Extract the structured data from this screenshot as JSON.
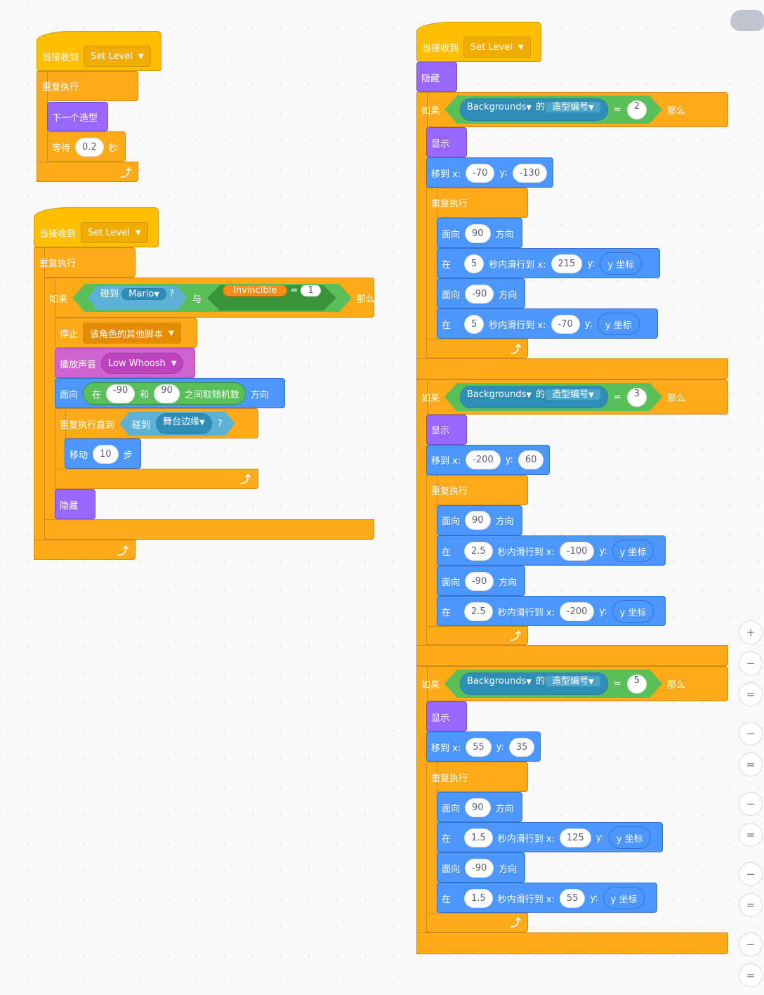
{
  "common": {
    "event_label": "当接收到",
    "message": "Set Level",
    "forever": "重复执行",
    "if": "如果",
    "then": "那么",
    "and": "与",
    "equals": "=",
    "of": "的",
    "show": "显示",
    "hide": "隐藏",
    "goto_x": "移到 x:",
    "y_label": "y:",
    "point": "面向",
    "direction": "方向",
    "glide_in": "在",
    "glide_to_x": "秒内滑行到 x:",
    "y_position": "y 坐标",
    "backgrounds": "Backgrounds",
    "costume_number": "造型编号"
  },
  "script1": {
    "next_costume": "下一个造型",
    "wait": "等待",
    "wait_value": "0.2",
    "seconds": "秒"
  },
  "script2": {
    "touching": "碰到",
    "mario": "Mario",
    "question": "?",
    "invincible": "Invincible",
    "inv_value": "1",
    "stop": "停止",
    "stop_option": "该角色的其他脚本",
    "play_sound": "播放声音",
    "sound_name": "Low Whoosh",
    "random_in": "在",
    "random_from": "-90",
    "random_and": "和",
    "random_to": "90",
    "random_label": "之间取随机数",
    "repeat_until": "重复执行直到",
    "edge": "舞台边缘",
    "move": "移动",
    "move_steps": "10",
    "steps": "步"
  },
  "script3": {
    "if1": {
      "value": "2",
      "x": "-70",
      "y": "-130",
      "p1": "90",
      "t1": "5",
      "x1": "215",
      "p2": "-90",
      "t2": "5",
      "x2": "-70"
    },
    "if2": {
      "value": "3",
      "x": "-200",
      "y": "60",
      "p1": "90",
      "t1": "2.5",
      "x1": "-100",
      "p2": "-90",
      "t2": "2.5",
      "x2": "-200"
    },
    "if3": {
      "value": "5",
      "x": "55",
      "y": "35",
      "p1": "90",
      "t1": "1.5",
      "x1": "125",
      "p2": "-90",
      "t2": "1.5",
      "x2": "55"
    }
  },
  "zoom_controls": [
    "+",
    "−",
    "=",
    "−",
    "=",
    "−",
    "=",
    "−",
    "=",
    "−",
    "="
  ],
  "colors": {
    "events": "#ffbf00",
    "control": "#ffab19",
    "looks": "#9966ff",
    "sound": "#cf63cf",
    "motion": "#4c97ff",
    "sensing": "#5cb1d6",
    "operators": "#59c059",
    "variables": "#ff8c1a"
  }
}
